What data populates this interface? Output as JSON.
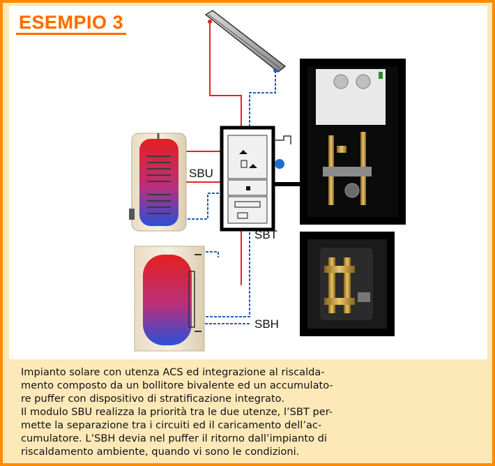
{
  "title": "ESEMPIO 3",
  "labels": {
    "sbu": "SBU",
    "sbt": "SBT",
    "sbh": "SBH"
  },
  "caption": {
    "lines": [
      "Impianto solare con utenza ACS ed integrazione al riscalda-",
      "mento composto da un bollitore bivalente ed un accumulato-",
      "re puffer con dispositivo di stratificazione integrato.",
      "Il modulo SBU realizza la priorità tra le due utenze, l’SBT per-",
      "mette la separazione tra i circuiti ed il caricamento dell’ac-",
      "cumulatore. L’SBH devia nel puffer il ritorno dall’impianto di",
      "riscaldamento ambiente, quando vi sono le condizioni."
    ]
  },
  "colors": {
    "frame": "#ff8a00",
    "caption_bg": "#fde9b8",
    "title": "#ff6a00",
    "flow_pipe": "#e52222",
    "return_pipe": "#1f5fbf"
  }
}
